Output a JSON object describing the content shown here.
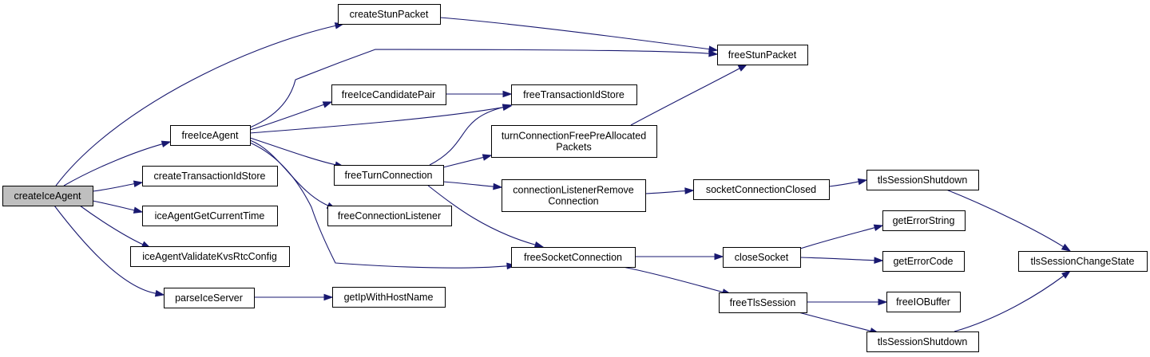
{
  "colors": {
    "edge": "#191970",
    "root_fill": "#bfbfbf",
    "node_fill": "#ffffff",
    "node_border": "#000000"
  },
  "nodes": {
    "createIceAgent": {
      "lines": [
        "createIceAgent"
      ],
      "root": true
    },
    "createStunPacket": {
      "lines": [
        "createStunPacket"
      ]
    },
    "freeIceAgent": {
      "lines": [
        "freeIceAgent"
      ]
    },
    "createTransactionIdStore": {
      "lines": [
        "createTransactionIdStore"
      ]
    },
    "iceAgentGetCurrentTime": {
      "lines": [
        "iceAgentGetCurrentTime"
      ]
    },
    "iceAgentValidateKvsRtcConfig": {
      "lines": [
        "iceAgentValidateKvsRtcConfig"
      ]
    },
    "parseIceServer": {
      "lines": [
        "parseIceServer"
      ]
    },
    "freeIceCandidatePair": {
      "lines": [
        "freeIceCandidatePair"
      ]
    },
    "freeTurnConnection": {
      "lines": [
        "freeTurnConnection"
      ]
    },
    "freeConnectionListener": {
      "lines": [
        "freeConnectionListener"
      ]
    },
    "getIpWithHostName": {
      "lines": [
        "getIpWithHostName"
      ]
    },
    "freeStunPacket": {
      "lines": [
        "freeStunPacket"
      ]
    },
    "freeTransactionIdStore": {
      "lines": [
        "freeTransactionIdStore"
      ]
    },
    "turnConnectionFreePreAllocatedPackets": {
      "lines": [
        "turnConnectionFreePreAllocated",
        "Packets"
      ]
    },
    "connectionListenerRemoveConnection": {
      "lines": [
        "connectionListenerRemove",
        "Connection"
      ]
    },
    "freeSocketConnection": {
      "lines": [
        "freeSocketConnection"
      ]
    },
    "socketConnectionClosed": {
      "lines": [
        "socketConnectionClosed"
      ]
    },
    "closeSocket": {
      "lines": [
        "closeSocket"
      ]
    },
    "freeTlsSession": {
      "lines": [
        "freeTlsSession"
      ]
    },
    "tlsSessionShutdown1": {
      "lines": [
        "tlsSessionShutdown"
      ]
    },
    "getErrorString": {
      "lines": [
        "getErrorString"
      ]
    },
    "getErrorCode": {
      "lines": [
        "getErrorCode"
      ]
    },
    "freeIOBuffer": {
      "lines": [
        "freeIOBuffer"
      ]
    },
    "tlsSessionShutdown2": {
      "lines": [
        "tlsSessionShutdown"
      ]
    },
    "tlsSessionChangeState": {
      "lines": [
        "tlsSessionChangeState"
      ]
    }
  },
  "edges": [
    [
      "createIceAgent",
      "createStunPacket"
    ],
    [
      "createIceAgent",
      "freeIceAgent"
    ],
    [
      "createIceAgent",
      "createTransactionIdStore"
    ],
    [
      "createIceAgent",
      "iceAgentGetCurrentTime"
    ],
    [
      "createIceAgent",
      "iceAgentValidateKvsRtcConfig"
    ],
    [
      "createIceAgent",
      "parseIceServer"
    ],
    [
      "createStunPacket",
      "freeStunPacket"
    ],
    [
      "freeIceAgent",
      "freeStunPacket"
    ],
    [
      "freeIceAgent",
      "freeIceCandidatePair"
    ],
    [
      "freeIceAgent",
      "freeTransactionIdStore"
    ],
    [
      "freeIceAgent",
      "freeTurnConnection"
    ],
    [
      "freeIceAgent",
      "freeConnectionListener"
    ],
    [
      "freeIceAgent",
      "freeSocketConnection"
    ],
    [
      "freeIceCandidatePair",
      "freeTransactionIdStore"
    ],
    [
      "freeTurnConnection",
      "freeTransactionIdStore"
    ],
    [
      "freeTurnConnection",
      "turnConnectionFreePreAllocatedPackets"
    ],
    [
      "freeTurnConnection",
      "connectionListenerRemoveConnection"
    ],
    [
      "freeTurnConnection",
      "freeSocketConnection"
    ],
    [
      "turnConnectionFreePreAllocatedPackets",
      "freeStunPacket"
    ],
    [
      "connectionListenerRemoveConnection",
      "socketConnectionClosed"
    ],
    [
      "socketConnectionClosed",
      "tlsSessionShutdown1"
    ],
    [
      "tlsSessionShutdown1",
      "tlsSessionChangeState"
    ],
    [
      "parseIceServer",
      "getIpWithHostName"
    ],
    [
      "freeSocketConnection",
      "closeSocket"
    ],
    [
      "freeSocketConnection",
      "freeTlsSession"
    ],
    [
      "closeSocket",
      "getErrorString"
    ],
    [
      "closeSocket",
      "getErrorCode"
    ],
    [
      "freeTlsSession",
      "freeIOBuffer"
    ],
    [
      "freeTlsSession",
      "tlsSessionShutdown2"
    ],
    [
      "tlsSessionShutdown2",
      "tlsSessionChangeState"
    ]
  ]
}
